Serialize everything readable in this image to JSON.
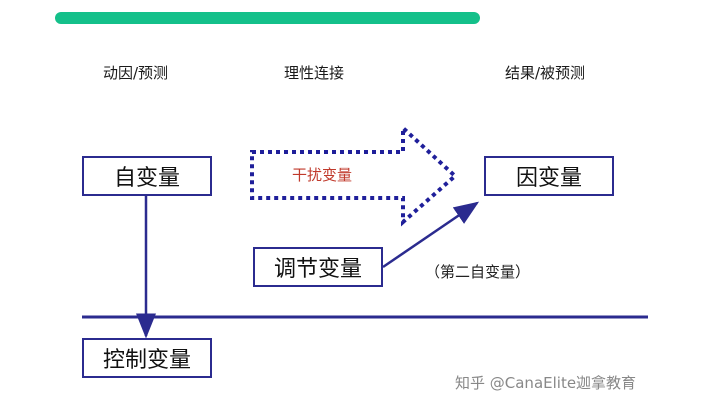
{
  "columns": {
    "left": "动因/预测",
    "middle": "理性连接",
    "right": "结果/被预测"
  },
  "boxes": {
    "independent": "自变量",
    "dependent": "因变量",
    "moderator": "调节变量",
    "control": "控制变量"
  },
  "interference_label": "干扰变量",
  "moderator_note": "（第二自变量）",
  "watermark": "知乎 @CanaElite迦拿教育",
  "colors": {
    "accent_bar": "#14c08a",
    "line": "#2b2b8f",
    "interference_text": "#c0392b"
  }
}
